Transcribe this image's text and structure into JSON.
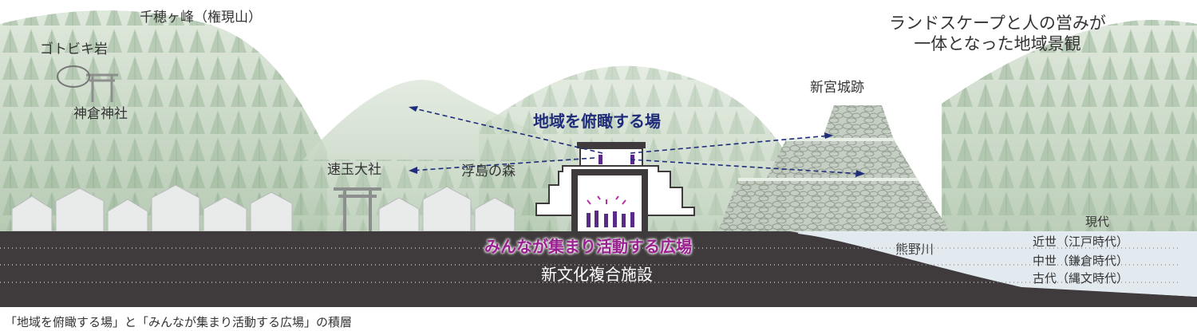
{
  "colors": {
    "mountain": "#c9d8c4",
    "tree": "#9db59b",
    "ground": "#3f3a3c",
    "river": "#d8e3ec",
    "upper_accent": "#1f2d7a",
    "lower_accent": "#9a1f8f"
  },
  "labels": {
    "mountain_peak": "千穂ヶ峰（権現山）",
    "gotobiki_rock": "ゴトビキ岩",
    "kamikura_shrine": "神倉神社",
    "hayatama_shrine": "速玉大社",
    "ukishima_forest": "浮島の森",
    "castle_ruins": "新宮城跡",
    "headline_line1": "ランドスケープと人の営みが",
    "headline_line2": "一体となった地域景観",
    "river": "熊野川"
  },
  "layers": {
    "upper": "地域を俯瞰する場",
    "lower": "みんなが集まり活動する広場",
    "facility": "新文化複合施設"
  },
  "eras": [
    "現代",
    "近世（江戸時代）",
    "中世（鎌倉時代）",
    "古代（縄文時代）"
  ],
  "caption": "「地域を俯瞰する場」と「みんなが集まり活動する広場」の積層"
}
